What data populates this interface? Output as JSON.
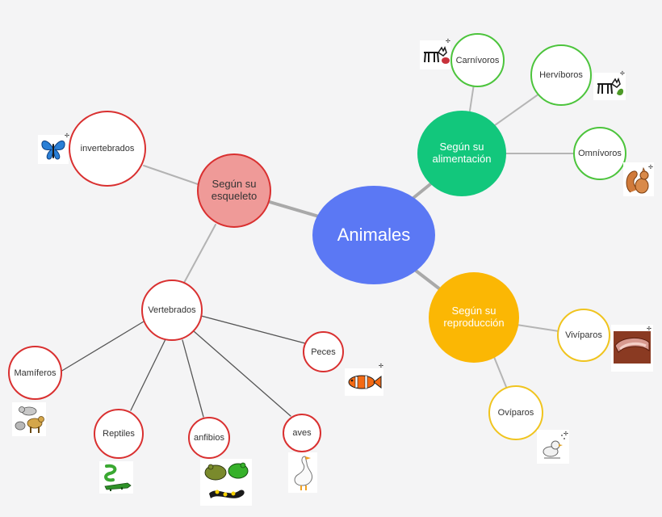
{
  "root": {
    "label": "Animales",
    "color": "#5b78f4"
  },
  "branches": {
    "skeleton": {
      "label": "Según su esqueleto",
      "color": "#ef9a98",
      "border": "#d93030"
    },
    "diet": {
      "label": "Según su alimentación",
      "color": "#12c77c"
    },
    "reproduction": {
      "label": "Según su reproducción",
      "color": "#fbb704"
    }
  },
  "leaves": {
    "invertebrados": "invertebrados",
    "vertebrados": "Vertebrados",
    "mamiferos": "Mamíferos",
    "reptiles": "Reptiles",
    "anfibios": "anfibios",
    "aves": "aves",
    "peces": "Peces",
    "carnivoros": "Carnívoros",
    "herviboros": "Hervíboros",
    "omnivoros": "Omnívoros",
    "viviparos": "Vivíparos",
    "oviparos": "Ovíparos"
  },
  "colors": {
    "leaf_red": "#d93030",
    "leaf_green": "#4cc43c",
    "leaf_yellow": "#f0c41e",
    "connector_root": "#a9a9a9",
    "connector_skeleton": "#b3b3b3",
    "connector_vertebrados": "#555555",
    "connector_diet": "#b5b5b5",
    "connector_reproduction": "#b5b5b5"
  },
  "icons": {
    "invertebrados": "butterfly-icon",
    "mamiferos": "cat-and-dog-icon",
    "reptiles": "snake-and-crocodile-icon",
    "anfibios": "frogs-and-salamander-icon",
    "aves": "goose-icon",
    "peces": "clownfish-icon",
    "carnivoros": "cat-eating-meat-icon",
    "herviboros": "cat-eating-leaf-icon",
    "omnivoros": "squirrel-icon",
    "viviparos": "uterus-icon",
    "oviparos": "bird-hatching-icon"
  }
}
